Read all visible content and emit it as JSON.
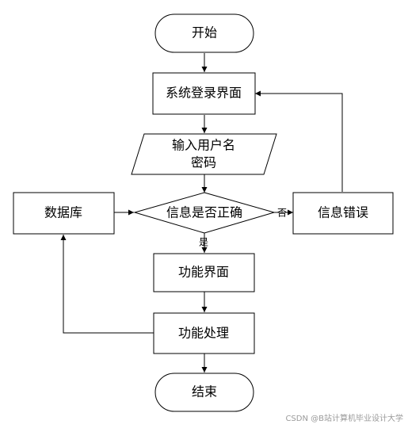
{
  "nodes": {
    "start": "开始",
    "login_page": "系统登录界面",
    "input_line1": "输入用户名",
    "input_line2": "密码",
    "check": "信息是否正确",
    "database": "数据库",
    "error": "信息错误",
    "function_page": "功能界面",
    "function_process": "功能处理",
    "end": "结束"
  },
  "edge_labels": {
    "yes": "是",
    "no": "否"
  },
  "watermark": "CSDN @B站计算机毕业设计大学"
}
